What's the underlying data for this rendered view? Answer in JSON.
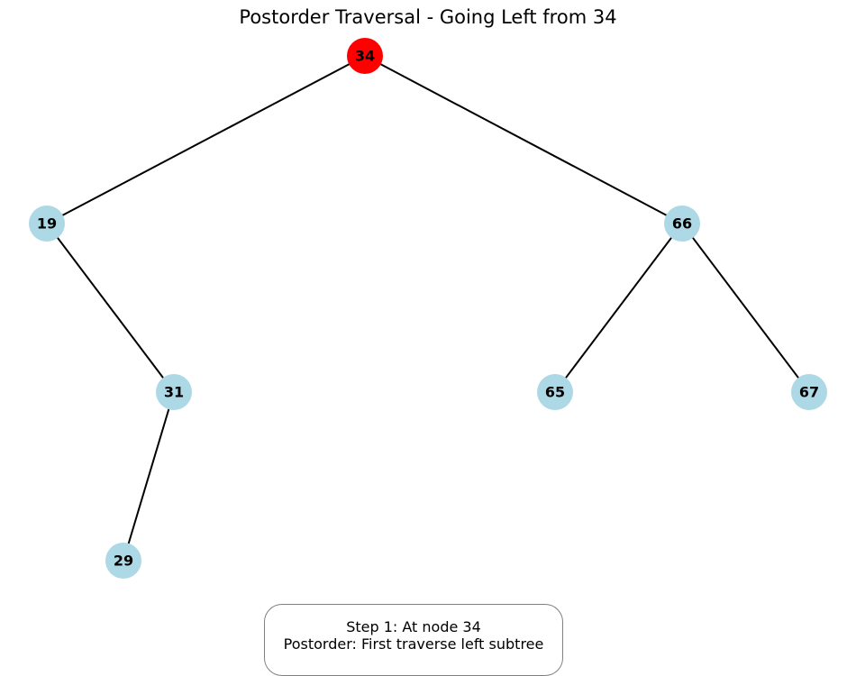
{
  "title": "Postorder Traversal - Going Left from 34",
  "colors": {
    "current_node": "#ff0000",
    "default_node": "#add8e6",
    "edge": "#000000"
  },
  "tree": {
    "nodes": [
      {
        "id": "n34",
        "label": "34",
        "state": "current"
      },
      {
        "id": "n19",
        "label": "19",
        "state": "default"
      },
      {
        "id": "n66",
        "label": "66",
        "state": "default"
      },
      {
        "id": "n31",
        "label": "31",
        "state": "default"
      },
      {
        "id": "n65",
        "label": "65",
        "state": "default"
      },
      {
        "id": "n67",
        "label": "67",
        "state": "default"
      },
      {
        "id": "n29",
        "label": "29",
        "state": "default"
      }
    ],
    "edges": [
      {
        "from": "n34",
        "to": "n19"
      },
      {
        "from": "n34",
        "to": "n66"
      },
      {
        "from": "n19",
        "to": "n31"
      },
      {
        "from": "n31",
        "to": "n29"
      },
      {
        "from": "n66",
        "to": "n65"
      },
      {
        "from": "n66",
        "to": "n67"
      }
    ]
  },
  "info": {
    "line1": "Step 1: At node 34",
    "line2": "Postorder: First traverse left subtree"
  }
}
